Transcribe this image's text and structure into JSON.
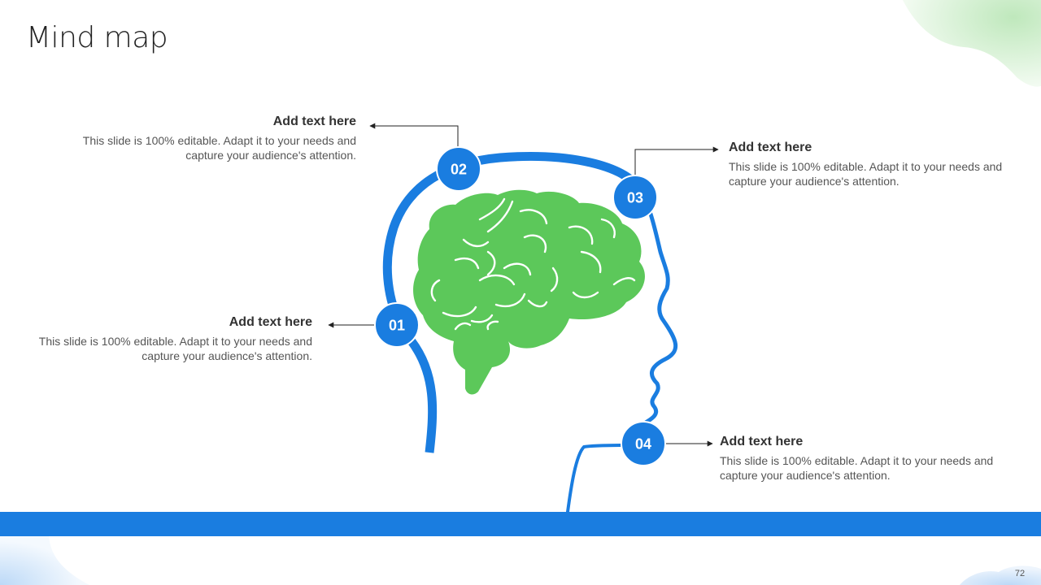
{
  "slide": {
    "title": "Mind map",
    "page_number": "72"
  },
  "colors": {
    "primary_blue": "#1A7DE0",
    "brain_green": "#5CC85A",
    "accent_green_light": "#D8F2D6",
    "accent_blue_light": "#D7E8FA"
  },
  "nodes": [
    {
      "number": "01",
      "heading": "Add text here",
      "description": "This slide is 100% editable. Adapt it to your needs and capture your audience's attention."
    },
    {
      "number": "02",
      "heading": "Add text here",
      "description": "This slide is 100% editable. Adapt it to your needs and capture your audience's attention."
    },
    {
      "number": "03",
      "heading": "Add text here",
      "description": "This slide is 100% editable. Adapt it to your needs and capture your audience's attention."
    },
    {
      "number": "04",
      "heading": "Add text here",
      "description": "This slide is 100% editable. Adapt it to your needs and capture your audience's attention."
    }
  ]
}
